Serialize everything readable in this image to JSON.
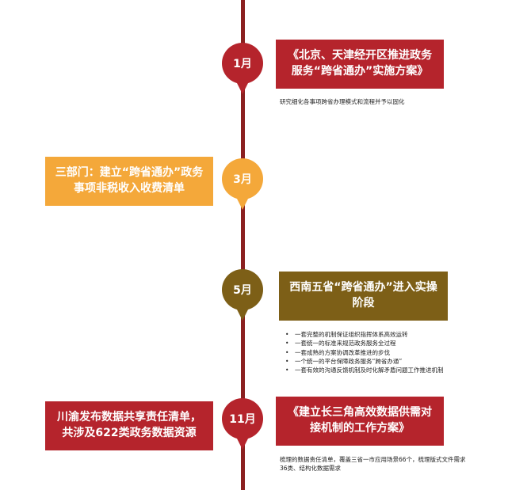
{
  "colors": {
    "spine": "#8b2020",
    "red": "#b5242c",
    "orange": "#f4a83a",
    "olive": "#7d5f17"
  },
  "events": [
    {
      "month": "1月",
      "title": "《北京、天津经开区推进政务服务“跨省通办”实施方案》",
      "note": "研究细化各事项跨省办理模式和流程并予以固化"
    },
    {
      "month": "3月",
      "title": "三部门：建立“跨省通办”政务事项非税收入收费清单"
    },
    {
      "month": "5月",
      "title": "西南五省“跨省通办”进入实操阶段",
      "bullets": [
        "一套完整的机制保证组织指挥体系高效运转",
        "一套统一的标准来规范政务服务全过程",
        "一套成熟的方案协调改革推进的步伐",
        "一个统一的平台保障政务服务“跨省办通”",
        "一套有效的沟通反馈机制及时化解矛盾问题工作推进机制"
      ]
    },
    {
      "month": "11月",
      "title_right": "《建立长三角高效数据供需对接机制的工作方案》",
      "title_left": "川渝发布数据共享责任清单，共涉及622类政务数据资源",
      "note": "梳理的数据责任清单，覆盖三省一市应用场景66个，梳理版式文件需求36类、结构化数据需求"
    }
  ]
}
